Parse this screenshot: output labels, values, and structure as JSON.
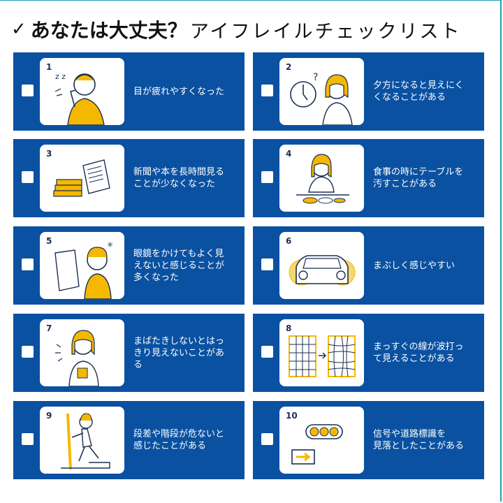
{
  "title": {
    "check": "✓",
    "bold_part": "あなたは大丈夫？",
    "light_part": "アイフレイルチェックリスト"
  },
  "items": [
    {
      "num": "1",
      "text": "目が疲れやすくなった",
      "icon": "rubbing-eyes-icon"
    },
    {
      "num": "2",
      "text": "夕方になると見えにく\nくなることがある",
      "icon": "clock-evening-icon"
    },
    {
      "num": "3",
      "text": "新聞や本を長時間見る\nことが少なくなった",
      "icon": "books-newspaper-icon"
    },
    {
      "num": "4",
      "text": "食事の時にテーブルを\n汚すことがある",
      "icon": "dining-icon"
    },
    {
      "num": "5",
      "text": "眼鏡をかけてもよく見\nえないと感じることが\n多くなった",
      "icon": "reading-glasses-icon"
    },
    {
      "num": "6",
      "text": "まぶしく感じやすい",
      "icon": "car-glare-icon"
    },
    {
      "num": "7",
      "text": "まばたきしないとはっ\nきり見えないことがあ\nる",
      "icon": "blinking-icon"
    },
    {
      "num": "8",
      "text": "まっすぐの線が波打っ\nて見えることがある",
      "icon": "wavy-grid-icon"
    },
    {
      "num": "9",
      "text": "段差や階段が危ないと\n感じたことがある",
      "icon": "tripping-step-icon"
    },
    {
      "num": "10",
      "text": "信号や道路標識を\n見落としたことがある",
      "icon": "traffic-light-sign-icon"
    }
  ],
  "colors": {
    "card": "#0a51a1",
    "accent": "#f5b800",
    "ink": "#1c2f52"
  }
}
